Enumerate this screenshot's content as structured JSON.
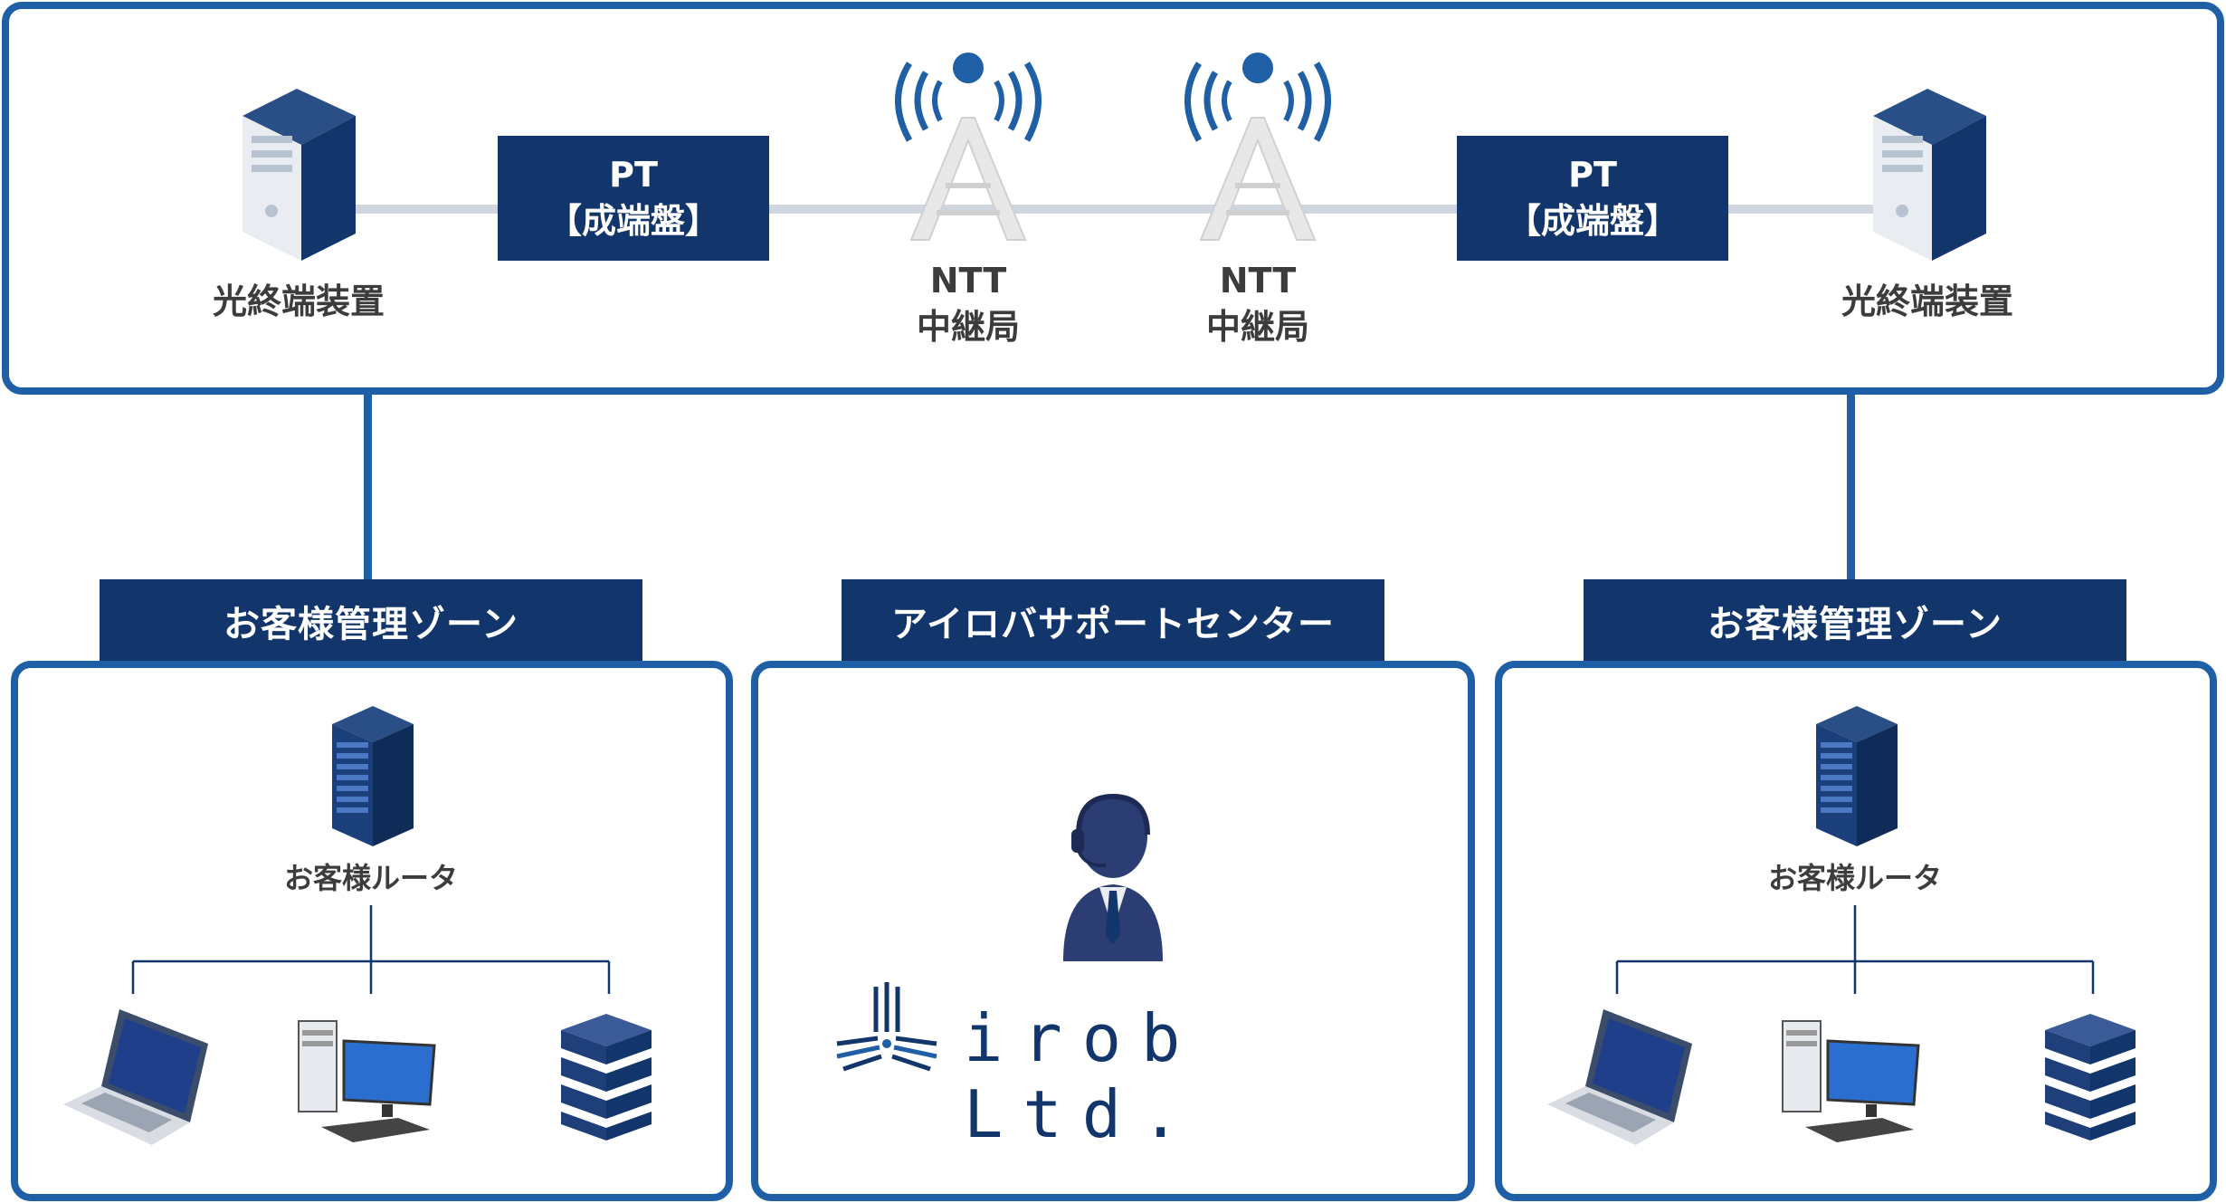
{
  "top": {
    "left_terminal_label": "光終端装置",
    "right_terminal_label": "光終端装置",
    "left_pt": {
      "line1": "PT",
      "line2": "【成端盤】"
    },
    "right_pt": {
      "line1": "PT",
      "line2": "【成端盤】"
    },
    "relay_left": {
      "line1": "NTT",
      "line2": "中継局"
    },
    "relay_right": {
      "line1": "NTT",
      "line2": "中継局"
    }
  },
  "zones": {
    "left": {
      "title": "お客様管理ゾーン",
      "router_label": "お客様ルータ"
    },
    "center": {
      "title": "アイロバサポートセンター",
      "logo_text": "irob Ltd."
    },
    "right": {
      "title": "お客様管理ゾーン",
      "router_label": "お客様ルータ"
    }
  },
  "colors": {
    "navy": "#12366b",
    "accent": "#1f5fa6",
    "link": "#cfd6e0",
    "tower": "#e8e8e8"
  },
  "icons": [
    "server-tower-icon",
    "wireless-tower-icon",
    "rack-server-icon",
    "laptop-icon",
    "desktop-pc-icon",
    "server-stack-icon",
    "operator-headset-icon",
    "irob-logo-icon"
  ]
}
